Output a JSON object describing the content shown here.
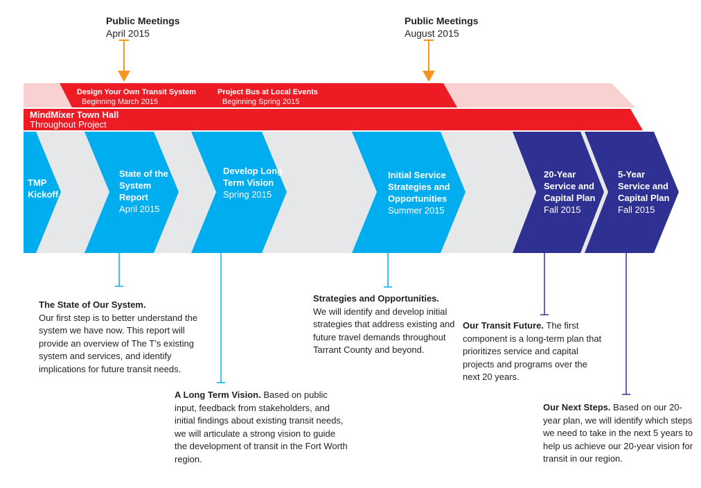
{
  "colors": {
    "light_blue": "#00aeef",
    "light_blue_dark": "#0093d0",
    "navy": "#2e3192",
    "navy_dark": "#262a7c",
    "red": "#ed1c24",
    "pink": "#f8d1d0",
    "gray": "#e6e7e8",
    "orange": "#f7941d"
  },
  "meetings": [
    {
      "title": "Public Meetings",
      "date": "April 2015"
    },
    {
      "title": "Public Meetings",
      "date": "August 2015"
    }
  ],
  "outreach": [
    {
      "title": "Design Your Own Transit System",
      "date": "Beginning March 2015"
    },
    {
      "title": "Project Bus at Local Events",
      "date": "Beginning Spring 2015"
    }
  ],
  "mindmixer": {
    "title": "MindMixer Town Hall",
    "date": "Throughout Project"
  },
  "milestones": [
    {
      "title": "TMP Kickoff",
      "date": ""
    },
    {
      "title": "State of the System Report",
      "date": "April 2015"
    },
    {
      "title": "Develop Long Term Vision",
      "date": "Spring 2015"
    },
    {
      "title": "Initial Service Strategies and Opportunities",
      "date": "Summer 2015"
    },
    {
      "title": "20-Year Service and Capital Plan",
      "date": "Fall 2015"
    },
    {
      "title": "5-Year Service and Capital Plan",
      "date": "Fall 2015"
    }
  ],
  "descriptions": [
    {
      "heading": "The State of Our System.",
      "body": "Our first step is to better understand the system we have now. This report will provide an overview of The T’s existing system and services, and identify implications for future transit needs."
    },
    {
      "heading": "A Long Term Vision.",
      "body": "Based on public input, feedback from stakeholders, and initial findings about existing transit needs, we will articulate a strong vision to guide the development of transit in the Fort Worth region."
    },
    {
      "heading": "Strategies and Opportunities.",
      "body": "We will identify and develop initial strategies that address existing and future travel demands throughout Tarrant County and beyond."
    },
    {
      "heading": "Our Transit Future.",
      "body": "The first component is a long-term plan that prioritizes service and capital projects and programs over the next 20 years."
    },
    {
      "heading": "Our Next Steps.",
      "body": "Based on our 20-year plan, we will identify which steps we need to take in the next 5 years to help us achieve our 20-year vision for transit in our region."
    }
  ]
}
